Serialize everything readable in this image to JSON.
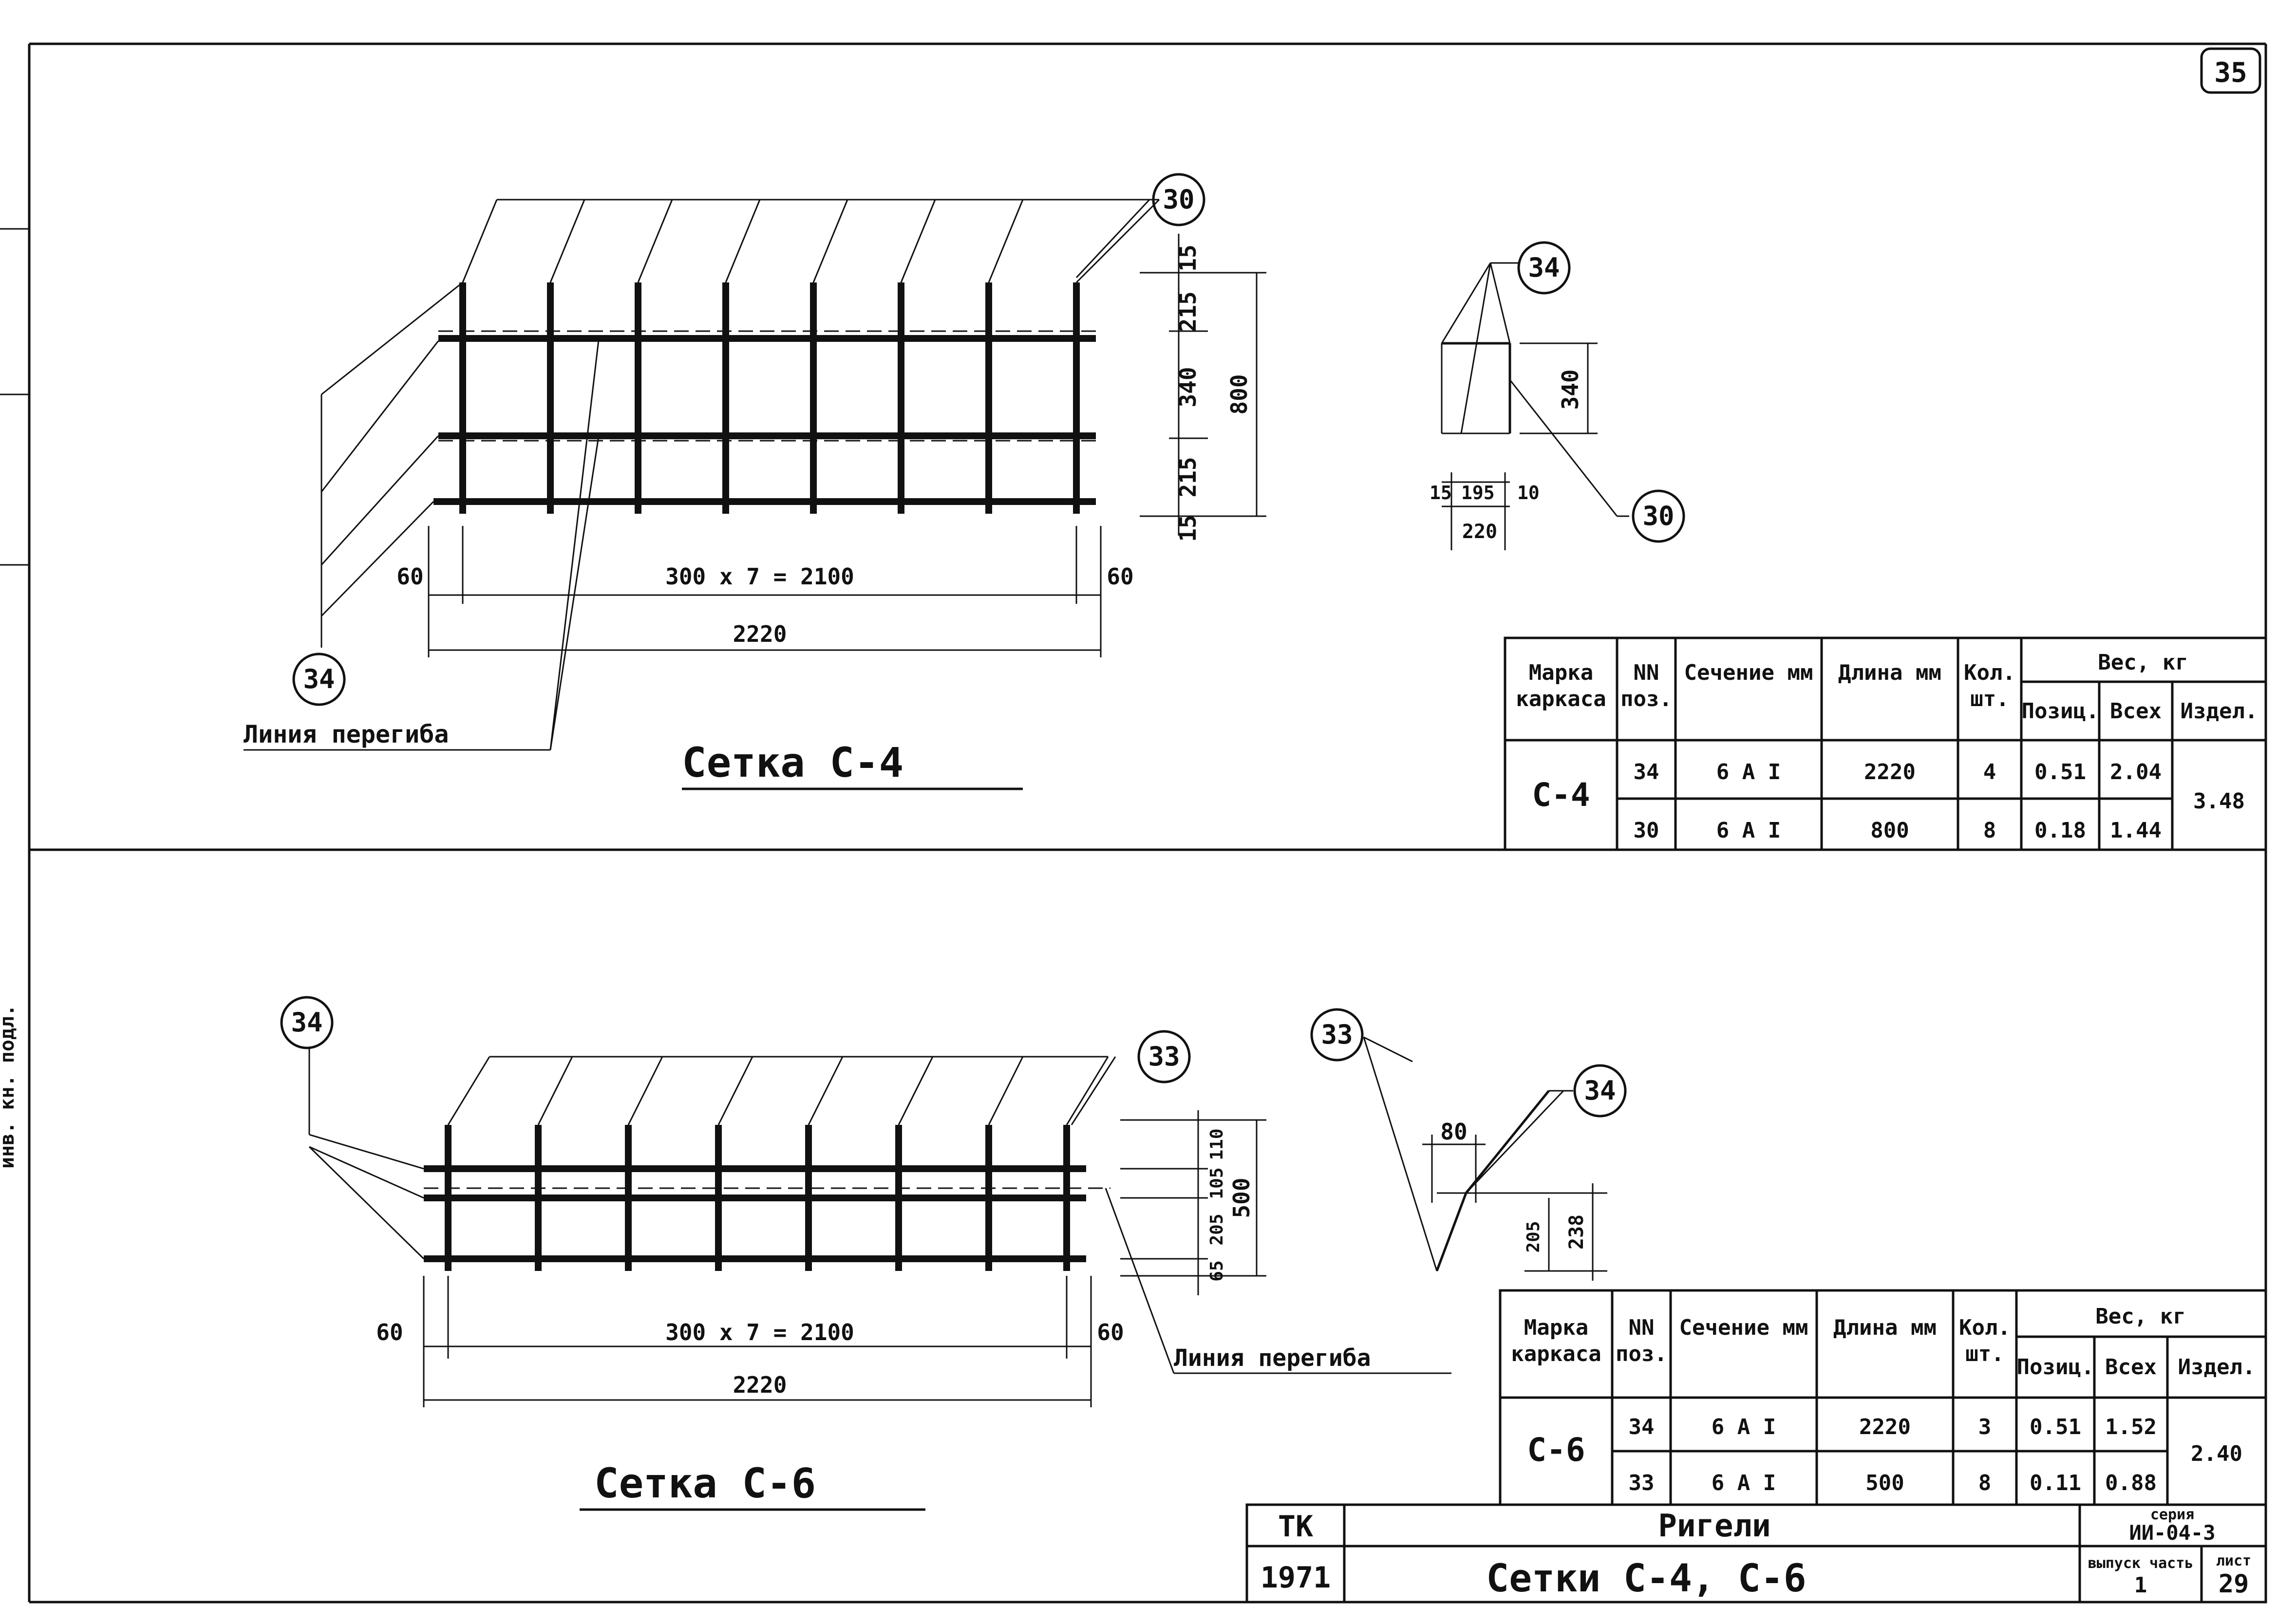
{
  "sheet_number": "35",
  "side_caption": "инв. кн. подл.",
  "mesh_c4": {
    "title": "Сетка С-4",
    "bend_line_label": "Линия перегиба",
    "callouts": {
      "long_bar": "34",
      "short_bar": "30",
      "section_long": "34",
      "section_short": "30"
    },
    "dims": {
      "left_offset": "60",
      "spacing": "300 х 7 = 2100",
      "right_offset": "60",
      "total_length": "2220",
      "v_top": "15",
      "v_a": "215",
      "v_mid": "340",
      "v_b": "215",
      "v_bottom": "15",
      "v_total": "800",
      "sec_height": "340",
      "sec_w1": "15",
      "sec_w2": "195",
      "sec_w3": "10",
      "sec_width": "220"
    }
  },
  "mesh_c6": {
    "title": "Сетка С-6",
    "bend_line_label": "Линия перегиба",
    "callouts": {
      "long_bar": "34",
      "short_bar": "33",
      "section_short": "33",
      "section_long": "34"
    },
    "dims": {
      "left_offset": "60",
      "spacing": "300 х 7 = 2100",
      "right_offset": "60",
      "total_length": "2220",
      "v_a": "110",
      "v_b": "105",
      "v_c": "205",
      "v_bottom": "65",
      "v_total": "500",
      "sec_top": "80",
      "sec_v": "205",
      "sec_total": "238"
    }
  },
  "table_headers": {
    "mark": "Марка каркаса",
    "pos": "NN поз.",
    "section": "Сечение мм",
    "length": "Длина мм",
    "qty": "Кол. шт.",
    "weight": "Вес, кг",
    "w_pos": "Позиц.",
    "w_all": "Всех",
    "w_item": "Издел."
  },
  "table_c4": {
    "mark": "С-4",
    "rows": [
      {
        "pos": "34",
        "section": "6 А I",
        "length": "2220",
        "qty": "4",
        "w_pos": "0.51",
        "w_all": "2.04"
      },
      {
        "pos": "30",
        "section": "6 А I",
        "length": "800",
        "qty": "8",
        "w_pos": "0.18",
        "w_all": "1.44"
      }
    ],
    "w_item": "3.48"
  },
  "table_c6": {
    "mark": "С-6",
    "rows": [
      {
        "pos": "34",
        "section": "6 А I",
        "length": "2220",
        "qty": "3",
        "w_pos": "0.51",
        "w_all": "1.52"
      },
      {
        "pos": "33",
        "section": "6 А I",
        "length": "500",
        "qty": "8",
        "w_pos": "0.11",
        "w_all": "0.88"
      }
    ],
    "w_item": "2.40"
  },
  "title_block": {
    "org": "ТК",
    "year": "1971",
    "product": "Ригели",
    "drawing_title": "Сетки С-4, С-6",
    "series_label": "серия",
    "series": "ИИ-04-3",
    "issue_label": "выпуск часть",
    "issue": "1",
    "sheet_label": "лист",
    "sheet": "29"
  }
}
